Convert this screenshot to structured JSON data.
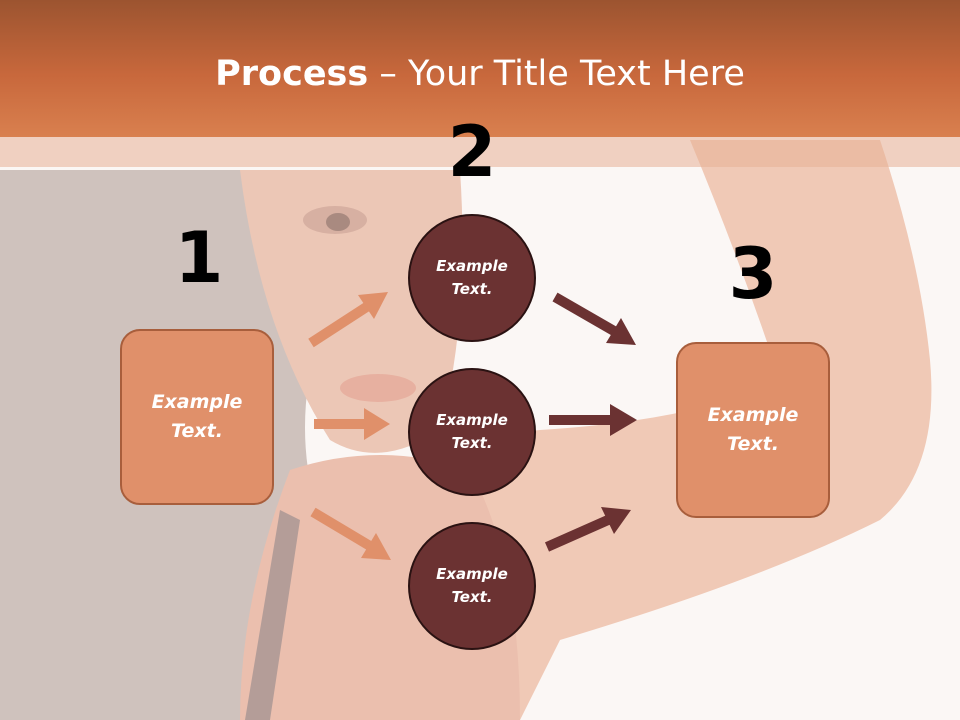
{
  "slide": {
    "title_bold": "Process",
    "title_rest": " – Your Title Text Here"
  },
  "steps": {
    "step1_number": "1",
    "step2_number": "2",
    "step3_number": "3"
  },
  "boxes": {
    "left": "Example Text.",
    "right": "Example Text."
  },
  "circles": {
    "top": "Example Text.",
    "middle": "Example Text.",
    "bottom": "Example Text."
  },
  "colors": {
    "header": "#c8683c",
    "box_fill": "#e0906a",
    "circle_fill": "#6b3232",
    "arrow_light": "#e0906a",
    "arrow_dark": "#6b3232"
  }
}
